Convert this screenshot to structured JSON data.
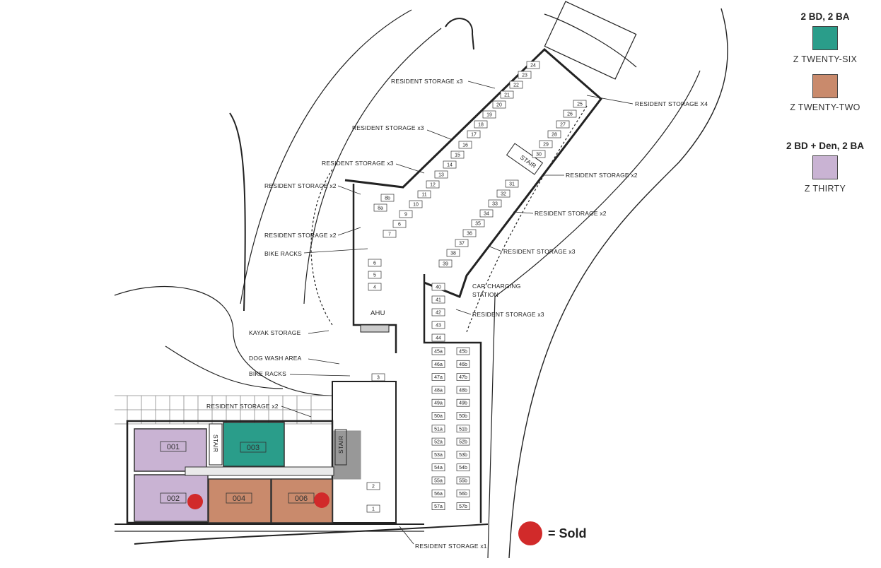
{
  "legend": {
    "group1_heading": "2 BD, 2 BA",
    "group1_items": [
      {
        "name": "Z TWENTY-SIX",
        "color": "#2a9d8a"
      },
      {
        "name": "Z TWENTY-TWO",
        "color": "#c98a6c"
      }
    ],
    "group2_heading": "2 BD + Den, 2 BA",
    "group2_items": [
      {
        "name": "Z THIRTY",
        "color": "#c9b3d3"
      }
    ],
    "sold_label": "= Sold",
    "sold_color": "#d12a2a"
  },
  "units": [
    {
      "id": "001",
      "plan": "Z THIRTY",
      "sold": false
    },
    {
      "id": "002",
      "plan": "Z THIRTY",
      "sold": true
    },
    {
      "id": "003",
      "plan": "Z TWENTY-SIX",
      "sold": false
    },
    {
      "id": "004",
      "plan": "Z TWENTY-TWO",
      "sold": false
    },
    {
      "id": "006",
      "plan": "Z TWENTY-TWO",
      "sold": true
    }
  ],
  "labels": {
    "rs_x3_a": "RESIDENT STORAGE x3",
    "rs_x3_b": "RESIDENT STORAGE x3",
    "rs_x3_c": "RESIDENT STORAGE x3",
    "rs_x4": "RESIDENT STORAGE X4",
    "rs_x2_a": "RESIDENT STORAGE x2",
    "rs_x2_b": "RESIDENT STORAGE x2",
    "rs_x2_c": "RESIDENT STORAGE x2",
    "rs_x2_d": "RESIDENT STORAGE x2",
    "rs_x3_d": "RESIDENT STORAGE x3",
    "rs_x3_e": "RESIDENT STORAGE x3",
    "rs_x2_e": "RESIDENT STORAGE x2",
    "rs_x1": "RESIDENT STORAGE x1",
    "bike_racks_a": "BIKE RACKS",
    "bike_racks_b": "BIKE RACKS",
    "kayak": "KAYAK STORAGE",
    "dog_wash": "DOG WASH AREA",
    "car_charging_1": "CAR CHARGING",
    "car_charging_2": "STATION",
    "ahu": "AHU",
    "stair_a": "STAIR",
    "stair_b": "STAIR",
    "stair_c": "STAIR"
  },
  "parking": {
    "upper_row": [
      "24",
      "23",
      "22",
      "21",
      "20",
      "19",
      "18",
      "17",
      "16",
      "15",
      "14",
      "13",
      "12",
      "11",
      "10",
      "9",
      "6",
      "7"
    ],
    "upper_row_special": [
      "8b",
      "8a"
    ],
    "right_row": [
      "25",
      "26",
      "27",
      "28",
      "29",
      "30",
      "31",
      "32",
      "33",
      "34",
      "35",
      "36",
      "37",
      "38",
      "39"
    ],
    "small_left": [
      "6",
      "5",
      "4"
    ],
    "col_single": [
      "40",
      "41",
      "42",
      "43",
      "44"
    ],
    "col_a": [
      "45a",
      "46a",
      "47a",
      "48a",
      "49a",
      "50a",
      "51a",
      "52a",
      "53a",
      "54a",
      "55a",
      "56a",
      "57a"
    ],
    "col_b": [
      "45b",
      "46b",
      "47b",
      "48b",
      "49b",
      "50b",
      "51b",
      "52b",
      "53b",
      "54b",
      "55b",
      "56b",
      "57b"
    ],
    "misc": [
      "3",
      "2",
      "1"
    ]
  }
}
